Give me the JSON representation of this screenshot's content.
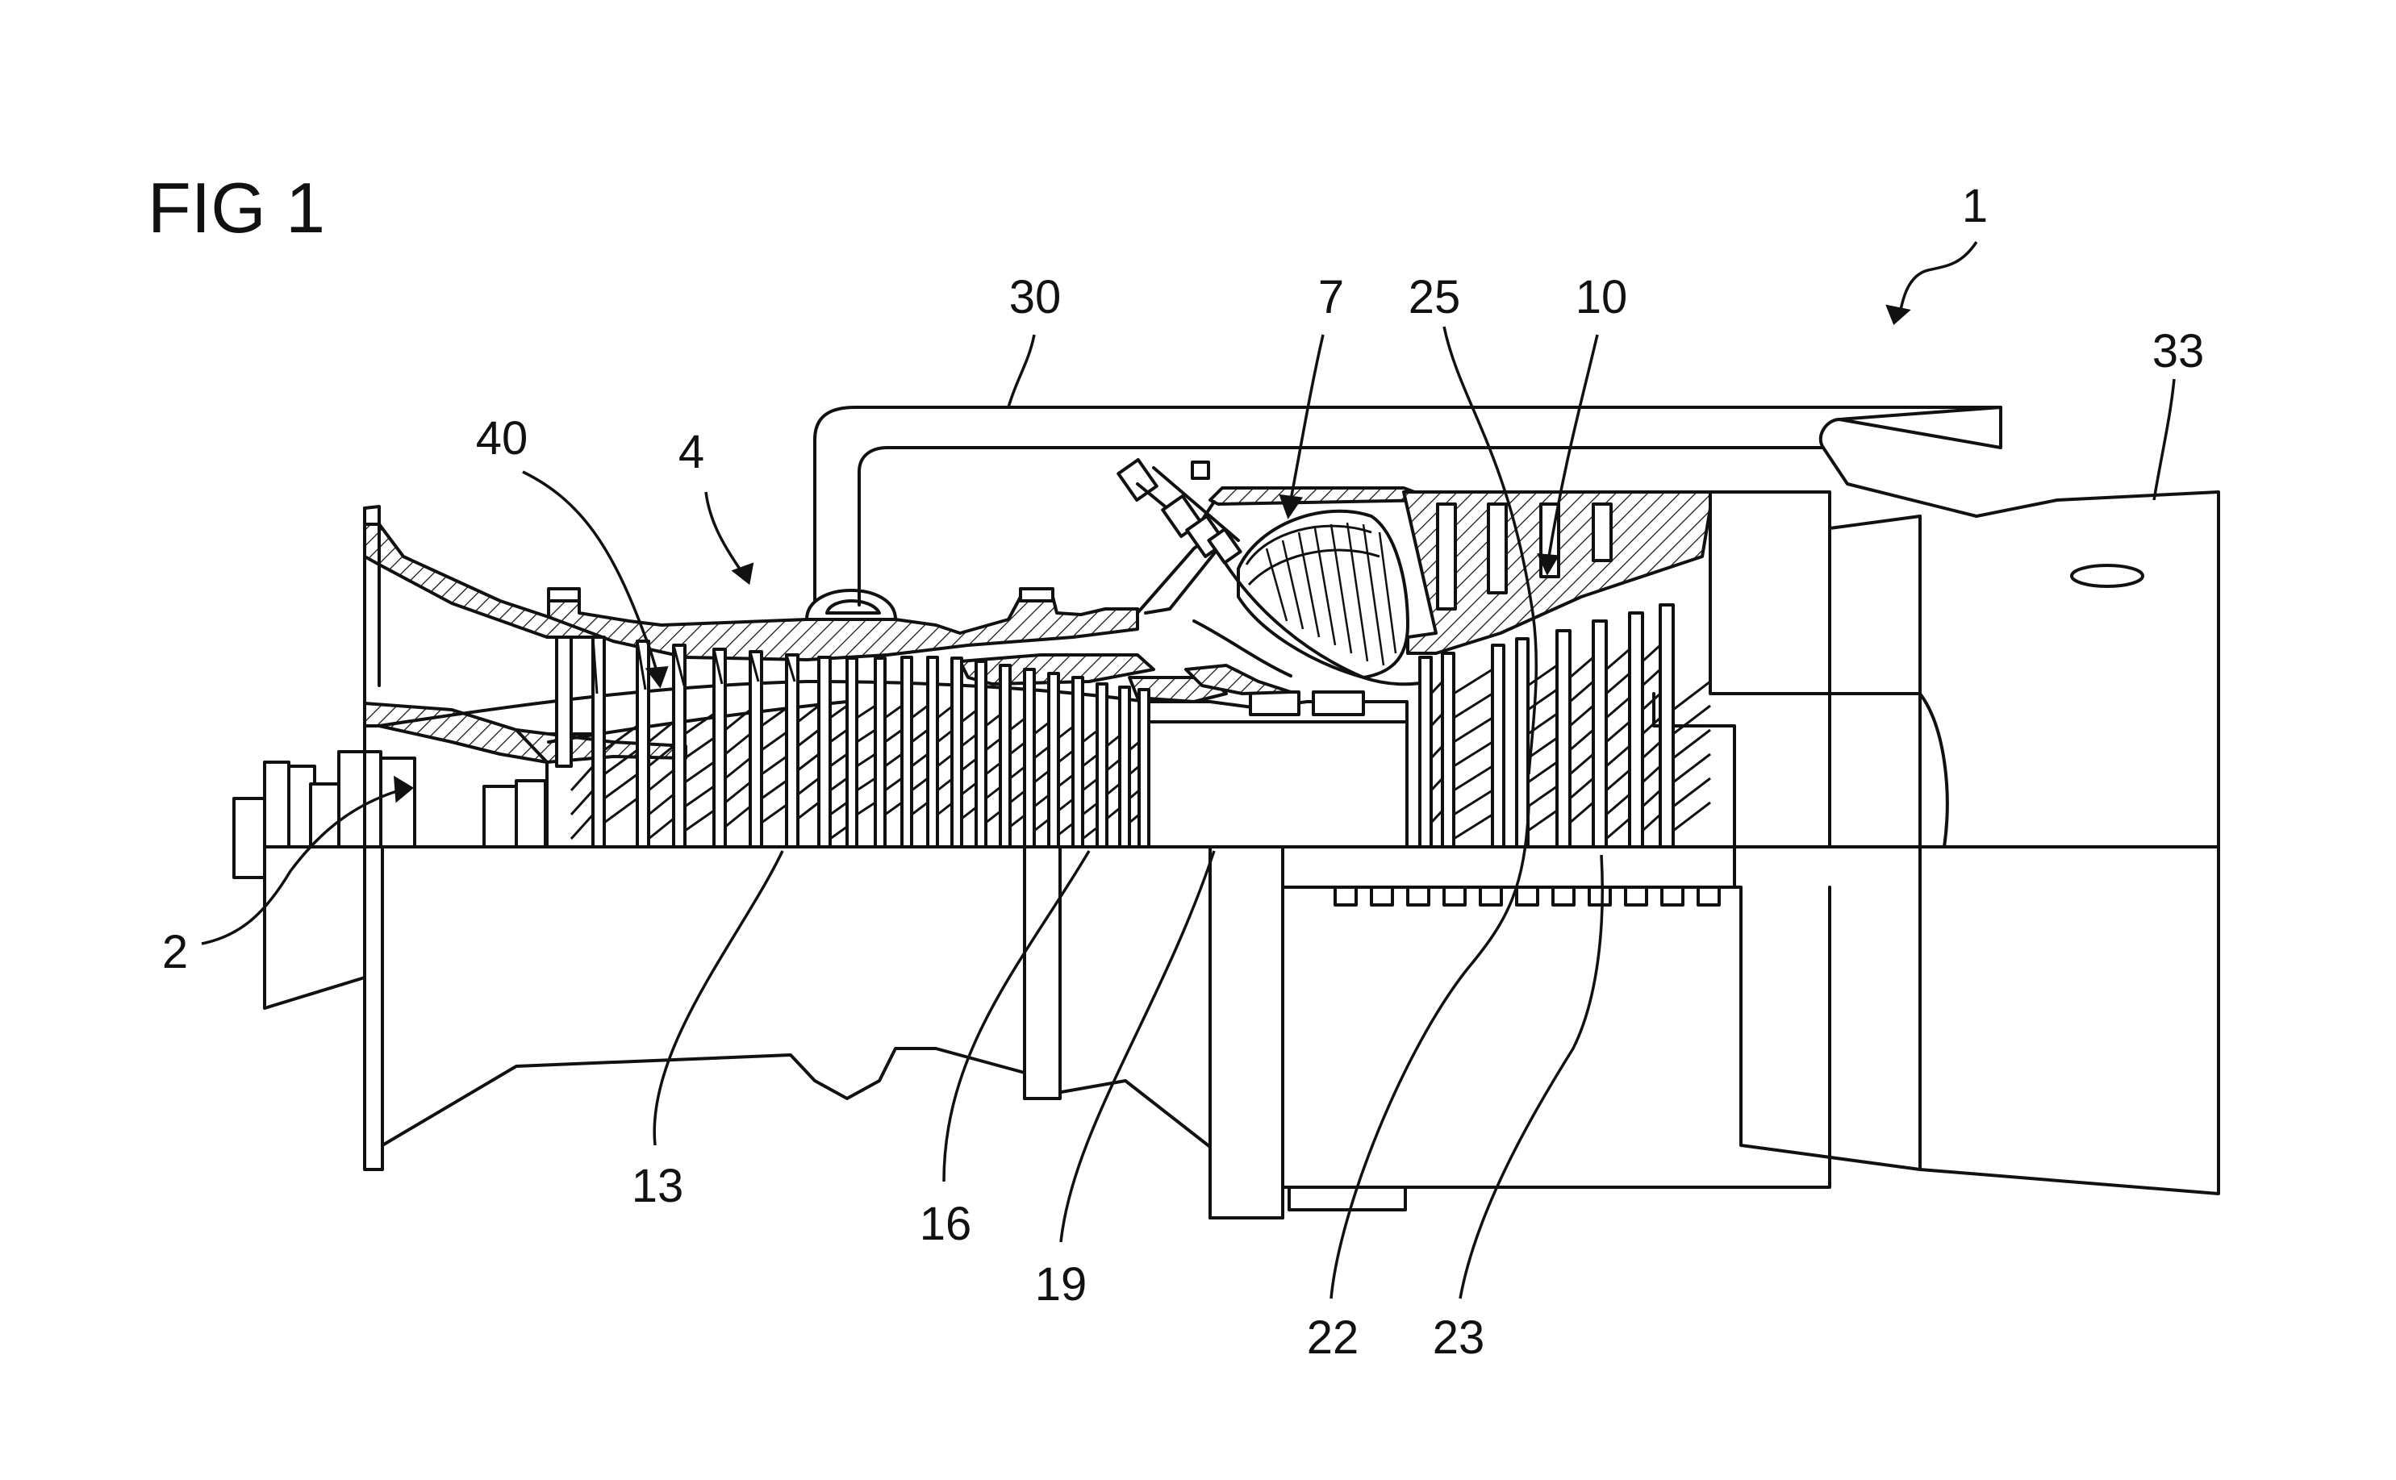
{
  "figure": {
    "title": "FIG 1",
    "labels": {
      "assembly": "1",
      "rotor": "2",
      "compressor": "4",
      "combustor": "7",
      "turbine": "10",
      "compressor_blades": "13",
      "compressor_vanes": "16",
      "center_section": "19",
      "turbine_blades": "22",
      "turbine_vanes": "23",
      "turbine_stage": "25",
      "bypass_duct": "30",
      "exhaust": "33",
      "annulus": "40"
    }
  }
}
